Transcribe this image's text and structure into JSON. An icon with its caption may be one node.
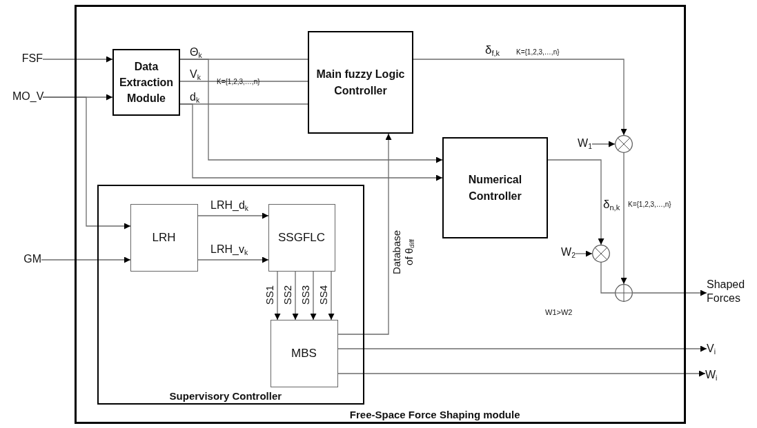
{
  "diagram": {
    "nodes": [
      {
        "text": [
          "Free-Space Force Shaping module"
        ]
      },
      {
        "text": [
          "FSF"
        ]
      },
      {
        "text": [
          "MO_V"
        ]
      },
      {
        "text": [
          "GM"
        ]
      },
      {
        "text": [
          "Data Extraction Module"
        ],
        "in": 0
      },
      {
        "text": [
          "Main fuzzy Logic Controller"
        ],
        "in": 0
      },
      {
        "text": [
          "Numerical Controller"
        ],
        "in": 0
      },
      {
        "text": [
          "Supervisory Controller"
        ],
        "in": 0
      },
      {
        "text": [
          "LRH"
        ],
        "in": 7
      },
      {
        "text": [
          "SSGFLC"
        ],
        "in": 7
      },
      {
        "text": [
          "MBS"
        ],
        "in": 7
      },
      {
        "text": [
          "W$_{1}$"
        ],
        "in": 0
      },
      {
        "text": [],
        "shape": "circle",
        "in": 0
      },
      {
        "text": [
          "W$_{2}$"
        ],
        "in": 0
      },
      {
        "text": [],
        "shape": "circle",
        "in": 0
      },
      {
        "text": [],
        "shape": "circle",
        "in": 0
      },
      {
        "text": [
          "Shaped Forces"
        ]
      },
      {
        "text": [
          "V$_{i}$"
        ]
      },
      {
        "text": [
          "W$_{i}$"
        ]
      }
    ],
    "edges": [
      {
        "from": 1,
        "to": 4,
        "arrow": "to"
      },
      {
        "from": 2,
        "to": 4,
        "arrow": "to"
      },
      {
        "from": 2,
        "to": 8,
        "arrow": "to"
      },
      {
        "from": 3,
        "to": 8,
        "arrow": "to"
      },
      {
        "from": 4,
        "to": 5,
        "arrow": "none",
        "label": "Θ$_{k}$"
      },
      {
        "from": 4,
        "to": 5,
        "arrow": "none",
        "label": "V$_{k}$"
      },
      {
        "from": 4,
        "to": 5,
        "arrow": "none",
        "label": "d$_{k}$"
      },
      {
        "from": 4,
        "to": 6,
        "arrow": "to"
      },
      {
        "from": 4,
        "to": 6,
        "arrow": "to"
      },
      {
        "from": 8,
        "to": 9,
        "arrow": "to",
        "label": "LRH_d$_{k}$"
      },
      {
        "from": 8,
        "to": 9,
        "arrow": "to",
        "label": "LRH_v$_{k}$"
      },
      {
        "from": 9,
        "to": 10,
        "arrow": "to",
        "label": "SS1"
      },
      {
        "from": 9,
        "to": 10,
        "arrow": "to",
        "label": "SS2"
      },
      {
        "from": 9,
        "to": 10,
        "arrow": "to",
        "label": "SS3"
      },
      {
        "from": 9,
        "to": 10,
        "arrow": "to",
        "label": "SS4"
      },
      {
        "from": 10,
        "to": 5,
        "arrow": "to",
        "label": "Database of θ$_{diff}$"
      },
      {
        "from": 10,
        "to": 17,
        "arrow": "to"
      },
      {
        "from": 10,
        "to": 18,
        "arrow": "to"
      },
      {
        "from": 5,
        "to": 12,
        "arrow": "to",
        "label": "δ$_{f,k}$"
      },
      {
        "from": 11,
        "to": 12,
        "arrow": "to"
      },
      {
        "from": 6,
        "to": 14,
        "arrow": "to",
        "label": "δ$_{n,k}$"
      },
      {
        "from": 13,
        "to": 14,
        "arrow": "to"
      },
      {
        "from": 12,
        "to": 15,
        "arrow": "to"
      },
      {
        "from": 14,
        "to": 15,
        "arrow": "none"
      },
      {
        "from": 15,
        "to": 16,
        "arrow": "to"
      }
    ],
    "labels": [
      "K={1,2,3,…,n}",
      "K={1,2,3,…,n}",
      "K={1,2,3,…,n}",
      "W1>W2"
    ]
  }
}
